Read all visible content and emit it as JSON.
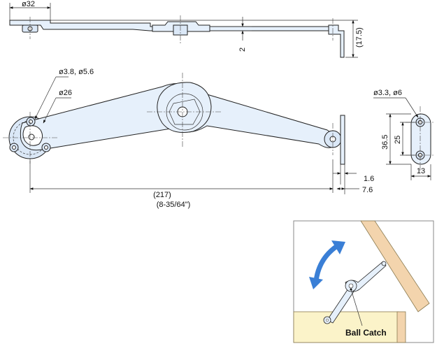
{
  "top_view": {
    "dia_label": "ø32",
    "thickness_label": "2",
    "height_label": "(17.5)"
  },
  "side_view": {
    "hole_label": "ø3.8, ø5.6",
    "boss_label": "ø26",
    "length_label": "(217)",
    "length_inch_label": "(8-35/64\")",
    "plate_thickness_label": "1.6",
    "offset_label": "7.6"
  },
  "end_view": {
    "hole_label": "ø3.3, ø6",
    "height_outer_label": "36.5",
    "height_inner_label": "25",
    "width_label": "13"
  },
  "inset": {
    "callout": "Ball Catch",
    "colors": {
      "frame": "#888888",
      "cabinet": "#fbf3c9",
      "lid": "#f3d4ad",
      "arrow": "#3a7fd6"
    }
  }
}
